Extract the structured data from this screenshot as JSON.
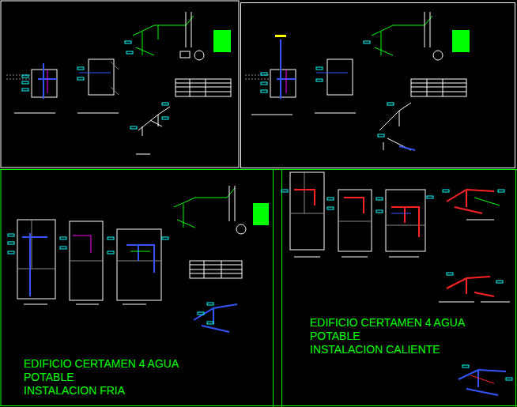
{
  "diagram": {
    "labels": [
      "EDIFICIO CERTAMEN 4 AGUA",
      "POTABLE",
      "INSTALACION FRIA",
      "EDIFICIO CERTAMEN 4 AGUA",
      "POTABLE",
      "INSTALACION CALIENTE"
    ]
  }
}
